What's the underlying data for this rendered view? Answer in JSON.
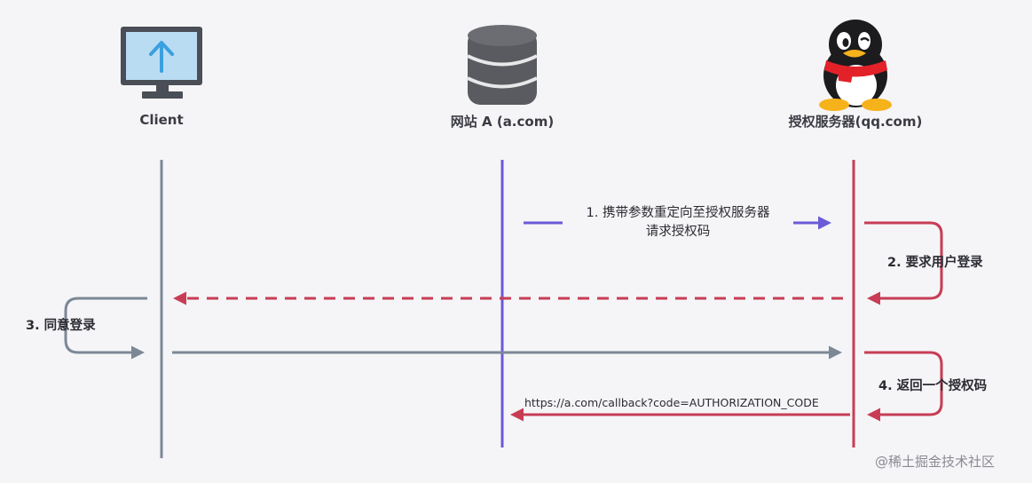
{
  "actors": {
    "client": {
      "label": "Client",
      "icon": "monitor-icon"
    },
    "site": {
      "label": "网站 A (a.com)",
      "icon": "database-icon"
    },
    "auth": {
      "label": "授权服务器(qq.com)",
      "icon": "penguin-icon"
    }
  },
  "messages": {
    "step1_line1": "1. 携带参数重定向至授权服务器",
    "step1_line2": "请求授权码",
    "step2": "2. 要求用户登录",
    "step3": "3. 同意登录",
    "step4": "4. 返回一个授权码",
    "callback": "https://a.com/callback?code=AUTHORIZATION_CODE"
  },
  "watermark": "@稀土掘金技术社区",
  "colors": {
    "client": "#7c8896",
    "site": "#6a5bd6",
    "auth": "#c83d55",
    "background": "#f5f5f7"
  }
}
